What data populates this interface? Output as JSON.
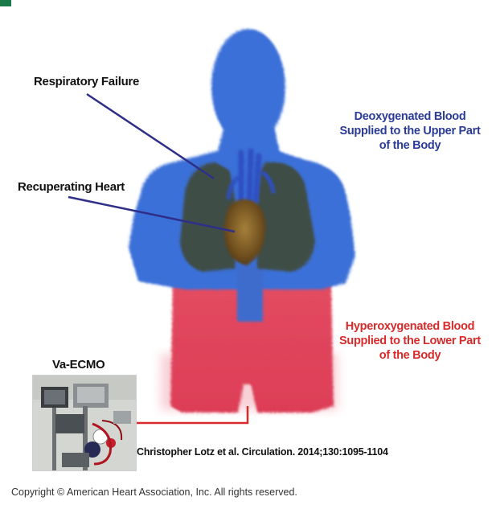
{
  "labels": {
    "respiratory_failure": "Respiratory Failure",
    "recuperating_heart": "Recuperating Heart",
    "va_ecmo": "Va-ECMO"
  },
  "upper_note": {
    "line1": "Deoxygenated Blood",
    "line2": "Supplied to the Upper Part",
    "line3": "of the Body"
  },
  "lower_note": {
    "line1": "Hyperoxygenated Blood",
    "line2": "Supplied to the Lower Part",
    "line3": "of the Body"
  },
  "citation": "Christopher Lotz et al. Circulation. 2014;130:1095-1104",
  "copyright": "Copyright © American Heart Association, Inc. All rights reserved.",
  "colors": {
    "deoxygenated": "#3a6fd8",
    "hyperoxygenated": "#e0394f",
    "lungs": "#3f4a3a",
    "heart": "#7a5a24",
    "upper_text": "#2b3c96",
    "lower_text": "#d72b2b",
    "pointer_line": "#2f2f8a",
    "cannula": "#d92b2b"
  }
}
